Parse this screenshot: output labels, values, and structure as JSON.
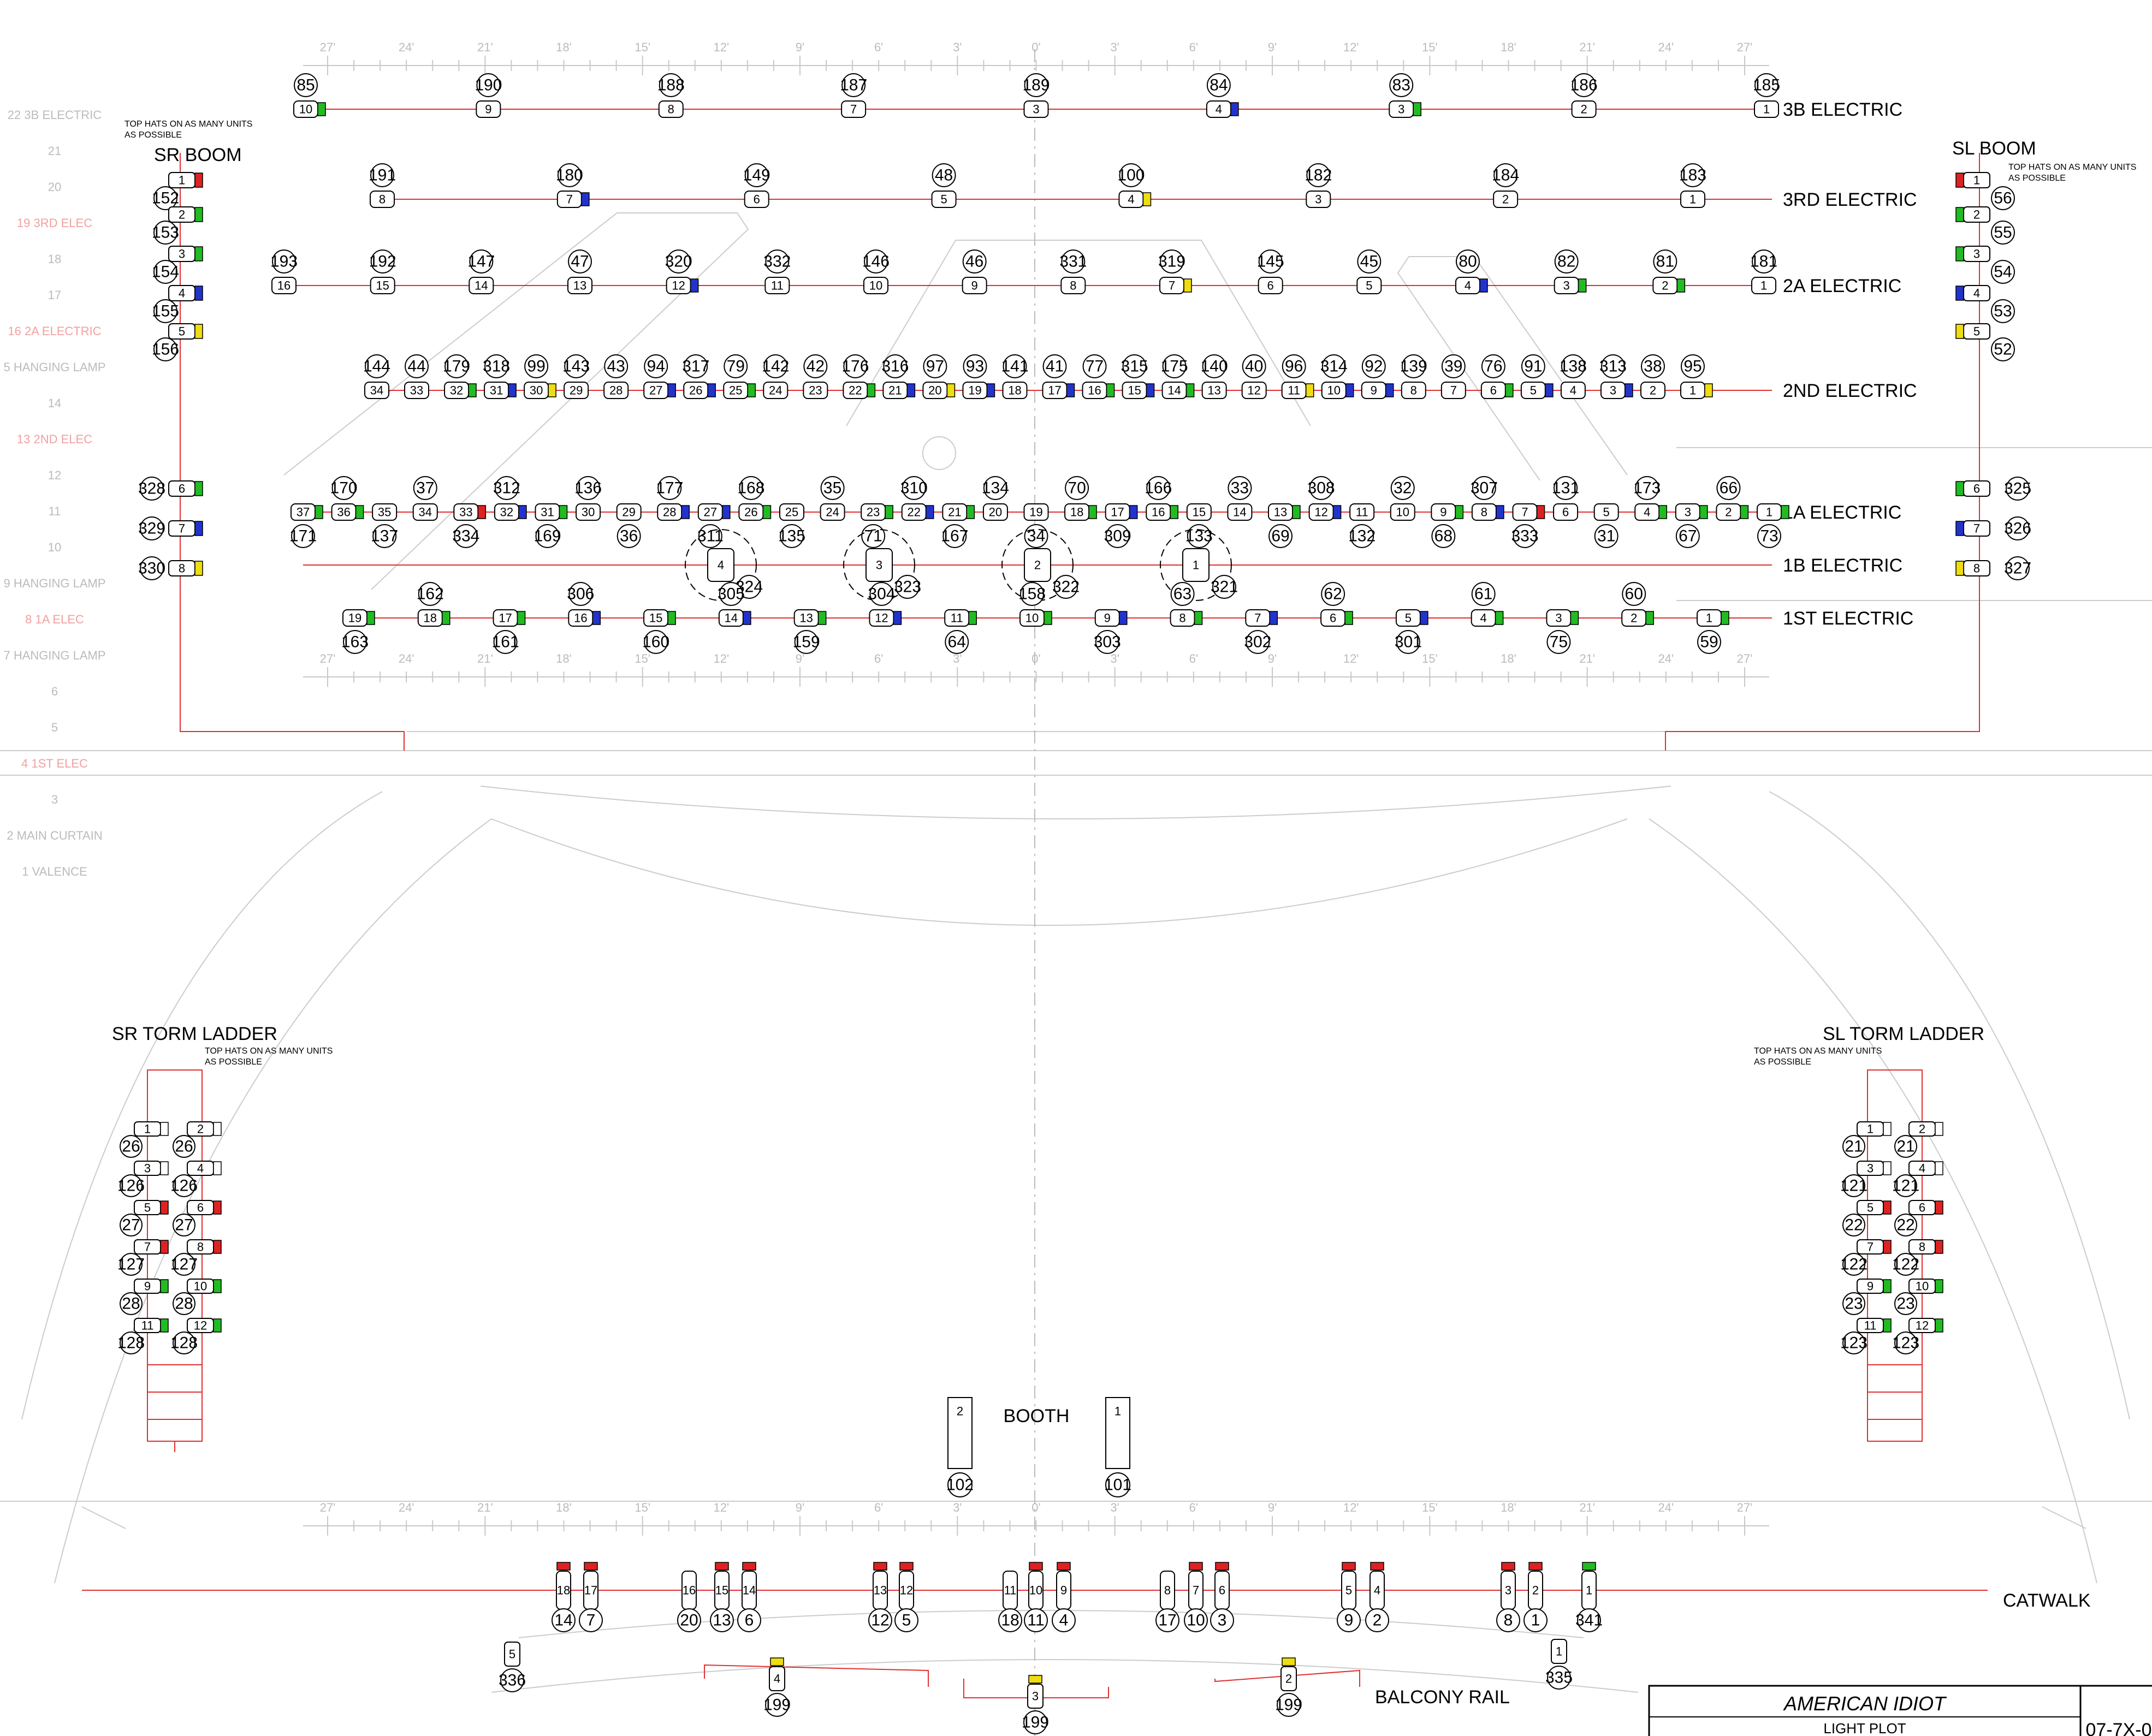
{
  "colors": {
    "pipe": "#e03030",
    "ruler": "#c8c8c8",
    "green": "#22bb22",
    "blue": "#2233cc",
    "red": "#dd2222",
    "yellow": "#eedd11",
    "faint": "#cccccc"
  },
  "title_block": {
    "show": "AMERICAN IDIOT",
    "sheet": "LIGHT PLOT",
    "drawing_no": "07-7X-0"
  },
  "labels": {
    "booth": "BOOTH",
    "sr_boom": "SR BOOM",
    "sl_boom": "SL BOOM",
    "sr_torm": "SR TORM LADDER",
    "sl_torm": "SL TORM LADDER",
    "tophat_1": "TOP HATS ON AS MANY UNITS",
    "tophat_2": "AS POSSIBLE"
  },
  "ruler_ticks": [
    "27'",
    "24'",
    "21'",
    "18'",
    "15'",
    "12'",
    "9'",
    "6'",
    "3'",
    "0'",
    "3'",
    "6'",
    "9'",
    "12'",
    "15'",
    "18'",
    "21'",
    "24'",
    "27'"
  ],
  "lineset_left": [
    {
      "text": "22 3B ELECTRIC",
      "red": false
    },
    {
      "text": "21",
      "red": false
    },
    {
      "text": "20",
      "red": false
    },
    {
      "text": "19 3RD ELEC",
      "red": true
    },
    {
      "text": "18",
      "red": false
    },
    {
      "text": "17",
      "red": false
    },
    {
      "text": "16 2A ELECTRIC",
      "red": true
    },
    {
      "text": "5 HANGING LAMP",
      "red": false
    },
    {
      "text": "14",
      "red": false
    },
    {
      "text": "13 2ND ELEC",
      "red": true
    },
    {
      "text": "12",
      "red": false
    },
    {
      "text": "11",
      "red": false
    },
    {
      "text": "10",
      "red": false
    },
    {
      "text": "9 HANGING LAMP",
      "red": false
    },
    {
      "text": "8 1A ELEC",
      "red": true
    },
    {
      "text": "7 HANGING LAMP",
      "red": false
    },
    {
      "text": "6",
      "red": false
    },
    {
      "text": "5",
      "red": false
    },
    {
      "text": "4 1ST ELEC",
      "red": true
    },
    {
      "text": "3",
      "red": false
    },
    {
      "text": "2 MAIN CURTAIN",
      "red": false
    },
    {
      "text": "1 VALENCE",
      "red": false
    }
  ],
  "electrics": [
    {
      "name": "3B ELECTRIC",
      "units": [
        {
          "u": "10",
          "ch": "85",
          "c": "green"
        },
        {
          "u": "9",
          "ch": "190"
        },
        {
          "u": "8",
          "ch": "188"
        },
        {
          "u": "7",
          "ch": "187"
        },
        {
          "u": "3",
          "ch": "189"
        },
        {
          "u": "4",
          "ch": "84",
          "c": "blue"
        },
        {
          "u": "3",
          "ch": "83",
          "c": "green"
        },
        {
          "u": "2",
          "ch": "186"
        },
        {
          "u": "1",
          "ch": "185"
        }
      ]
    },
    {
      "name": "3RD ELECTRIC",
      "units": [
        {
          "u": "8",
          "ch": "191"
        },
        {
          "u": "7",
          "ch": "180",
          "c": "blue"
        },
        {
          "u": "6",
          "ch": "149"
        },
        {
          "u": "5",
          "ch": "48"
        },
        {
          "u": "4",
          "ch": "100",
          "c": "yellow"
        },
        {
          "u": "3",
          "ch": "182"
        },
        {
          "u": "2",
          "ch": "184"
        },
        {
          "u": "1",
          "ch": "183"
        }
      ]
    },
    {
      "name": "2A ELECTRIC",
      "units": [
        {
          "u": "16",
          "ch": "193"
        },
        {
          "u": "15",
          "ch": "192"
        },
        {
          "u": "14",
          "ch": "147"
        },
        {
          "u": "13",
          "ch": "47"
        },
        {
          "u": "12",
          "ch": "320",
          "c": "blue"
        },
        {
          "u": "11",
          "ch": "332"
        },
        {
          "u": "10",
          "ch": "146"
        },
        {
          "u": "9",
          "ch": "46"
        },
        {
          "u": "8",
          "ch": "331"
        },
        {
          "u": "7",
          "ch": "319",
          "c": "yellow"
        },
        {
          "u": "6",
          "ch": "145"
        },
        {
          "u": "5",
          "ch": "45"
        },
        {
          "u": "4",
          "ch": "80",
          "c": "blue"
        },
        {
          "u": "3",
          "ch": "82",
          "c": "green"
        },
        {
          "u": "2",
          "ch": "81",
          "c": "green"
        },
        {
          "u": "1",
          "ch": "181"
        }
      ]
    },
    {
      "name": "2ND ELECTRIC",
      "units": [
        {
          "u": "34",
          "ch": "144"
        },
        {
          "u": "33",
          "ch": "44"
        },
        {
          "u": "32",
          "ch": "179",
          "c": "green"
        },
        {
          "u": "31",
          "ch": "318",
          "c": "blue"
        },
        {
          "u": "30",
          "ch": "99",
          "c": "yellow"
        },
        {
          "u": "29",
          "ch": "143"
        },
        {
          "u": "28",
          "ch": "43"
        },
        {
          "u": "27",
          "ch": "94",
          "c": "blue"
        },
        {
          "u": "26",
          "ch": "317",
          "c": "blue"
        },
        {
          "u": "25",
          "ch": "79",
          "c": "green"
        },
        {
          "u": "24",
          "ch": "142"
        },
        {
          "u": "23",
          "ch": "42"
        },
        {
          "u": "22",
          "ch": "176",
          "c": "green"
        },
        {
          "u": "21",
          "ch": "316",
          "c": "blue"
        },
        {
          "u": "20",
          "ch": "97",
          "c": "yellow"
        },
        {
          "u": "19",
          "ch": "93",
          "c": "blue"
        },
        {
          "u": "18",
          "ch": "141"
        },
        {
          "u": "17",
          "ch": "41",
          "c": "blue"
        },
        {
          "u": "16",
          "ch": "77",
          "c": "green"
        },
        {
          "u": "15",
          "ch": "315",
          "c": "blue"
        },
        {
          "u": "14",
          "ch": "175",
          "c": "green"
        },
        {
          "u": "13",
          "ch": "140"
        },
        {
          "u": "12",
          "ch": "40"
        },
        {
          "u": "11",
          "ch": "96",
          "c": "yellow"
        },
        {
          "u": "10",
          "ch": "314",
          "c": "blue"
        },
        {
          "u": "9",
          "ch": "92",
          "c": "blue"
        },
        {
          "u": "8",
          "ch": "139"
        },
        {
          "u": "7",
          "ch": "39"
        },
        {
          "u": "6",
          "ch": "76",
          "c": "green"
        },
        {
          "u": "5",
          "ch": "91",
          "c": "blue"
        },
        {
          "u": "4",
          "ch": "138"
        },
        {
          "u": "3",
          "ch": "313",
          "c": "blue"
        },
        {
          "u": "2",
          "ch": "38"
        },
        {
          "u": "1",
          "ch": "95",
          "c": "yellow"
        }
      ]
    },
    {
      "name": "1A ELECTRIC",
      "units": [
        {
          "u": "37",
          "ch": "171",
          "c": "green"
        },
        {
          "u": "36",
          "ch": "170",
          "c": "green"
        },
        {
          "u": "35",
          "ch": "137"
        },
        {
          "u": "34",
          "ch": "37"
        },
        {
          "u": "33",
          "ch": "334",
          "c": "red"
        },
        {
          "u": "32",
          "ch": "312",
          "c": "blue"
        },
        {
          "u": "31",
          "ch": "169",
          "c": "green"
        },
        {
          "u": "30",
          "ch": "136"
        },
        {
          "u": "29",
          "ch": "36"
        },
        {
          "u": "28",
          "ch": "177",
          "c": "blue"
        },
        {
          "u": "27",
          "ch": "311",
          "c": "blue"
        },
        {
          "u": "26",
          "ch": "168",
          "c": "green"
        },
        {
          "u": "25",
          "ch": "135"
        },
        {
          "u": "24",
          "ch": "35"
        },
        {
          "u": "23",
          "ch": "71",
          "c": "green"
        },
        {
          "u": "22",
          "ch": "310",
          "c": "blue"
        },
        {
          "u": "21",
          "ch": "167",
          "c": "green"
        },
        {
          "u": "20",
          "ch": "134"
        },
        {
          "u": "19",
          "ch": "34"
        },
        {
          "u": "18",
          "ch": "70",
          "c": "green"
        },
        {
          "u": "17",
          "ch": "309",
          "c": "blue"
        },
        {
          "u": "16",
          "ch": "166",
          "c": "green"
        },
        {
          "u": "15",
          "ch": "133"
        },
        {
          "u": "14",
          "ch": "33"
        },
        {
          "u": "13",
          "ch": "69",
          "c": "green"
        },
        {
          "u": "12",
          "ch": "308",
          "c": "blue"
        },
        {
          "u": "11",
          "ch": "132"
        },
        {
          "u": "10",
          "ch": "32"
        },
        {
          "u": "9",
          "ch": "68",
          "c": "green"
        },
        {
          "u": "8",
          "ch": "307",
          "c": "blue"
        },
        {
          "u": "7",
          "ch": "333",
          "c": "red"
        },
        {
          "u": "6",
          "ch": "131"
        },
        {
          "u": "5",
          "ch": "31"
        },
        {
          "u": "4",
          "ch": "173",
          "c": "green"
        },
        {
          "u": "3",
          "ch": "67",
          "c": "green"
        },
        {
          "u": "2",
          "ch": "66",
          "c": "green"
        },
        {
          "u": "1",
          "ch": "73",
          "c": "green"
        }
      ]
    },
    {
      "name": "1B ELECTRIC",
      "units": [
        {
          "u": "4",
          "ch": "324"
        },
        {
          "u": "3",
          "ch": "323"
        },
        {
          "u": "2",
          "ch": "322"
        },
        {
          "u": "1",
          "ch": "321"
        }
      ]
    },
    {
      "name": "1ST ELECTRIC",
      "units": [
        {
          "u": "19",
          "ch": "163",
          "c": "green"
        },
        {
          "u": "18",
          "ch": "162",
          "c": "green"
        },
        {
          "u": "17",
          "ch": "161",
          "c": "green"
        },
        {
          "u": "16",
          "ch": "306",
          "c": "blue"
        },
        {
          "u": "15",
          "ch": "160",
          "c": "green"
        },
        {
          "u": "14",
          "ch": "305",
          "c": "blue"
        },
        {
          "u": "13",
          "ch": "159",
          "c": "green"
        },
        {
          "u": "12",
          "ch": "304",
          "c": "blue"
        },
        {
          "u": "11",
          "ch": "64",
          "c": "green"
        },
        {
          "u": "10",
          "ch": "158",
          "c": "green"
        },
        {
          "u": "9",
          "ch": "303",
          "c": "blue"
        },
        {
          "u": "8",
          "ch": "63",
          "c": "green"
        },
        {
          "u": "7",
          "ch": "302",
          "c": "blue"
        },
        {
          "u": "6",
          "ch": "62",
          "c": "green"
        },
        {
          "u": "5",
          "ch": "301",
          "c": "blue"
        },
        {
          "u": "4",
          "ch": "61",
          "c": "green"
        },
        {
          "u": "3",
          "ch": "75",
          "c": "green"
        },
        {
          "u": "2",
          "ch": "60",
          "c": "green"
        },
        {
          "u": "1",
          "ch": "59",
          "c": "green"
        }
      ]
    }
  ],
  "sr_boom": [
    {
      "u": "1",
      "ch": "152",
      "c": "red"
    },
    {
      "u": "2",
      "ch": "153",
      "c": "green"
    },
    {
      "u": "3",
      "ch": "154",
      "c": "green"
    },
    {
      "u": "4",
      "ch": "155",
      "c": "blue"
    },
    {
      "u": "5",
      "ch": "156",
      "c": "yellow"
    },
    {
      "u": "6",
      "ch": "328",
      "c": "green"
    },
    {
      "u": "7",
      "ch": "329",
      "c": "blue"
    },
    {
      "u": "8",
      "ch": "330",
      "c": "yellow"
    }
  ],
  "sl_boom": [
    {
      "u": "1",
      "ch": "56",
      "c": "red"
    },
    {
      "u": "2",
      "ch": "55",
      "c": "green"
    },
    {
      "u": "3",
      "ch": "54",
      "c": "green"
    },
    {
      "u": "4",
      "ch": "53",
      "c": "blue"
    },
    {
      "u": "5",
      "ch": "52",
      "c": "yellow"
    },
    {
      "u": "6",
      "ch": "325",
      "c": "green"
    },
    {
      "u": "7",
      "ch": "326",
      "c": "blue"
    },
    {
      "u": "8",
      "ch": "327",
      "c": "yellow"
    }
  ],
  "sr_torm": [
    {
      "a": "1",
      "b": "2",
      "cha": "26",
      "chb": "26",
      "c": ""
    },
    {
      "a": "3",
      "b": "4",
      "cha": "126",
      "chb": "126",
      "c": ""
    },
    {
      "a": "5",
      "b": "6",
      "cha": "27",
      "chb": "27",
      "c": "red"
    },
    {
      "a": "7",
      "b": "8",
      "cha": "127",
      "chb": "127",
      "c": "red"
    },
    {
      "a": "9",
      "b": "10",
      "cha": "28",
      "chb": "28",
      "c": "green"
    },
    {
      "a": "11",
      "b": "12",
      "cha": "128",
      "chb": "128",
      "c": "green"
    }
  ],
  "sl_torm": [
    {
      "a": "1",
      "b": "2",
      "cha": "21",
      "chb": "21",
      "c": ""
    },
    {
      "a": "3",
      "b": "4",
      "cha": "121",
      "chb": "121",
      "c": ""
    },
    {
      "a": "5",
      "b": "6",
      "cha": "22",
      "chb": "22",
      "c": "red"
    },
    {
      "a": "7",
      "b": "8",
      "cha": "122",
      "chb": "122",
      "c": "red"
    },
    {
      "a": "9",
      "b": "10",
      "cha": "23",
      "chb": "23",
      "c": "green"
    },
    {
      "a": "11",
      "b": "12",
      "cha": "123",
      "chb": "123",
      "c": "green"
    }
  ],
  "booth": [
    {
      "u": "2",
      "ch": "102"
    },
    {
      "u": "1",
      "ch": "101"
    }
  ],
  "catwalk": {
    "name": "CATWALK",
    "units": [
      {
        "u": "18",
        "ch": "14",
        "c": "red"
      },
      {
        "u": "17",
        "ch": "7",
        "c": "red"
      },
      {
        "u": "16",
        "ch": "20"
      },
      {
        "u": "15",
        "ch": "13",
        "c": "red"
      },
      {
        "u": "14",
        "ch": "6",
        "c": "red"
      },
      {
        "u": "13",
        "ch": "12",
        "c": "red"
      },
      {
        "u": "12",
        "ch": "5",
        "c": "red"
      },
      {
        "u": "11",
        "ch": "18"
      },
      {
        "u": "10",
        "ch": "11",
        "c": "red"
      },
      {
        "u": "9",
        "ch": "4",
        "c": "red"
      },
      {
        "u": "8",
        "ch": "17"
      },
      {
        "u": "7",
        "ch": "10",
        "c": "red"
      },
      {
        "u": "6",
        "ch": "3",
        "c": "red"
      },
      {
        "u": "5",
        "ch": "9",
        "c": "red"
      },
      {
        "u": "4",
        "ch": "2",
        "c": "red"
      },
      {
        "u": "3",
        "ch": "8",
        "c": "red"
      },
      {
        "u": "2",
        "ch": "1",
        "c": "red"
      },
      {
        "u": "1",
        "ch": "341",
        "c": "green"
      }
    ]
  },
  "balcony": {
    "name": "BALCONY RAIL",
    "units": [
      {
        "u": "5",
        "ch": "336"
      },
      {
        "u": "4",
        "ch": "199",
        "c": "yellow"
      },
      {
        "u": "3",
        "ch": "199",
        "c": "yellow"
      },
      {
        "u": "2",
        "ch": "199",
        "c": "yellow"
      },
      {
        "u": "1",
        "ch": "335"
      }
    ]
  }
}
